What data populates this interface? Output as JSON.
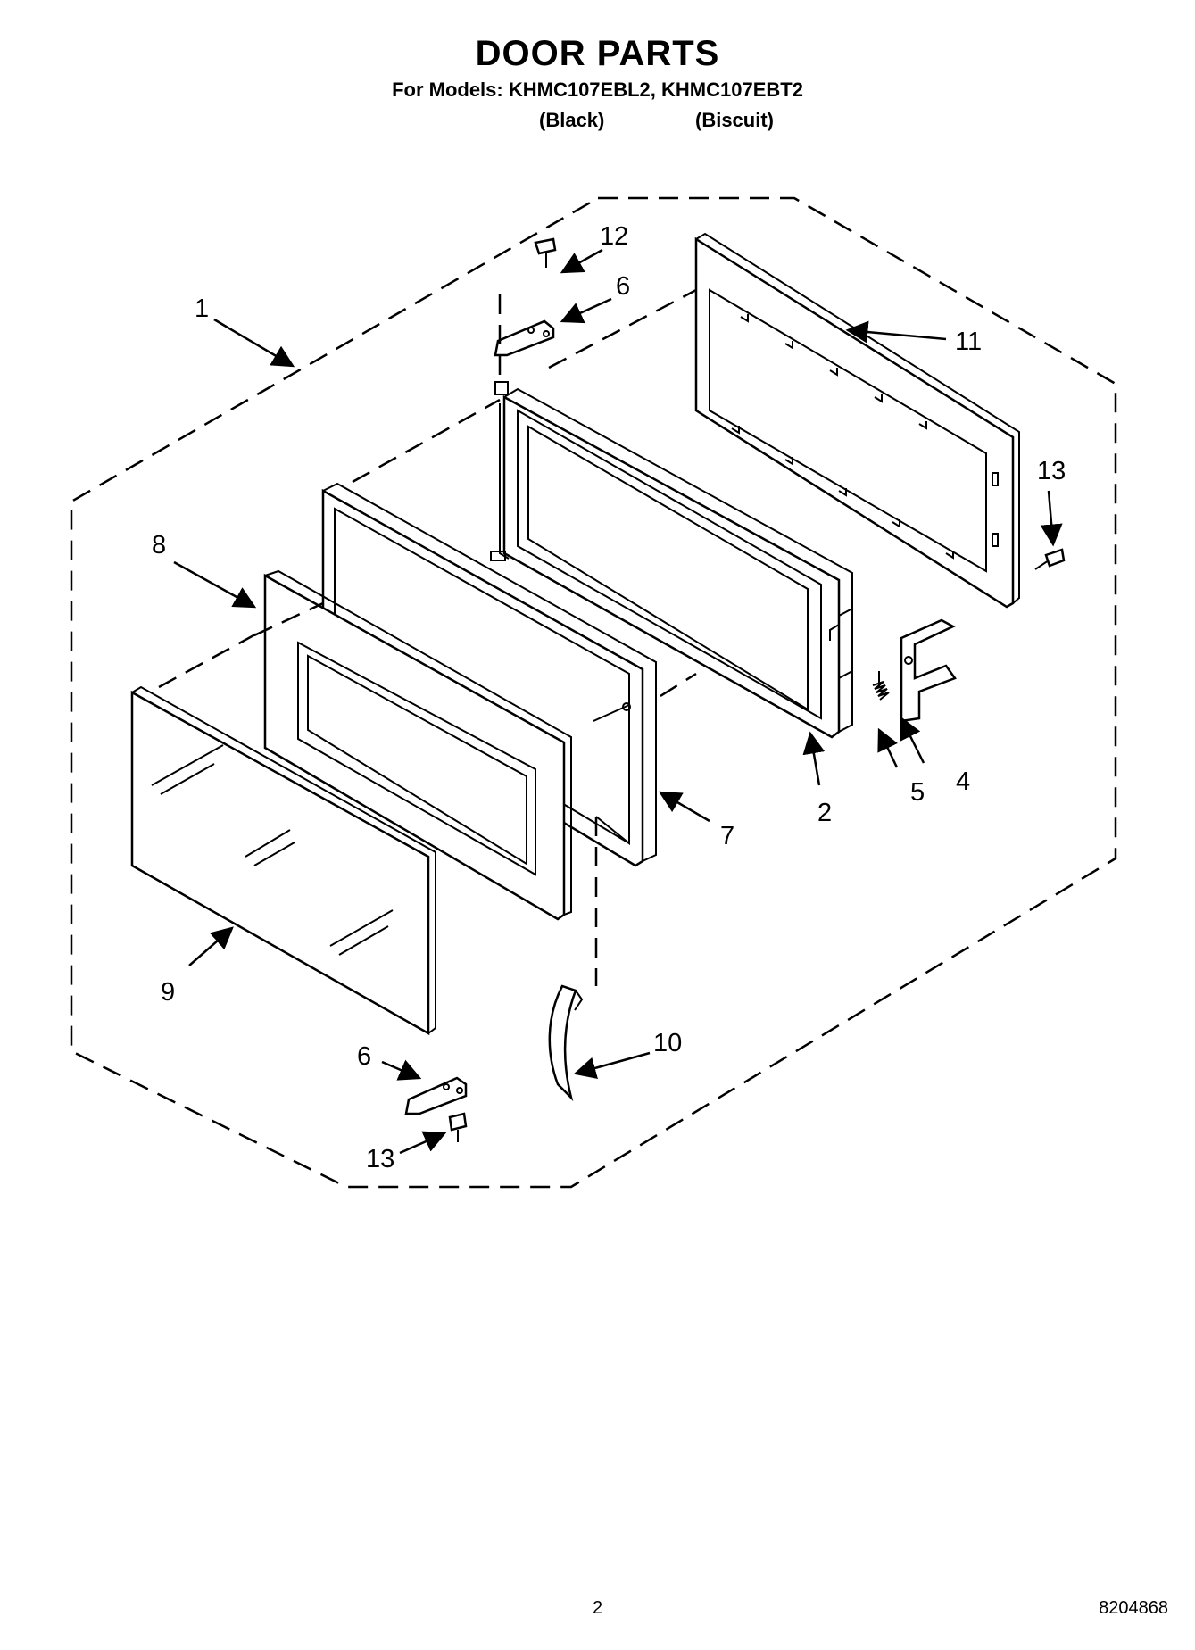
{
  "title": "DOOR PARTS",
  "subtitle": "For Models: KHMC107EBL2, KHMC107EBT2",
  "color_variants": [
    "(Black)",
    "(Biscuit)"
  ],
  "callouts": {
    "c1": "1",
    "c2": "2",
    "c4": "4",
    "c5": "5",
    "c6a": "6",
    "c6b": "6",
    "c7": "7",
    "c8": "8",
    "c9": "9",
    "c10": "10",
    "c11": "11",
    "c12": "12",
    "c13a": "13",
    "c13b": "13"
  },
  "page_number": "2",
  "document_number": "8204868"
}
